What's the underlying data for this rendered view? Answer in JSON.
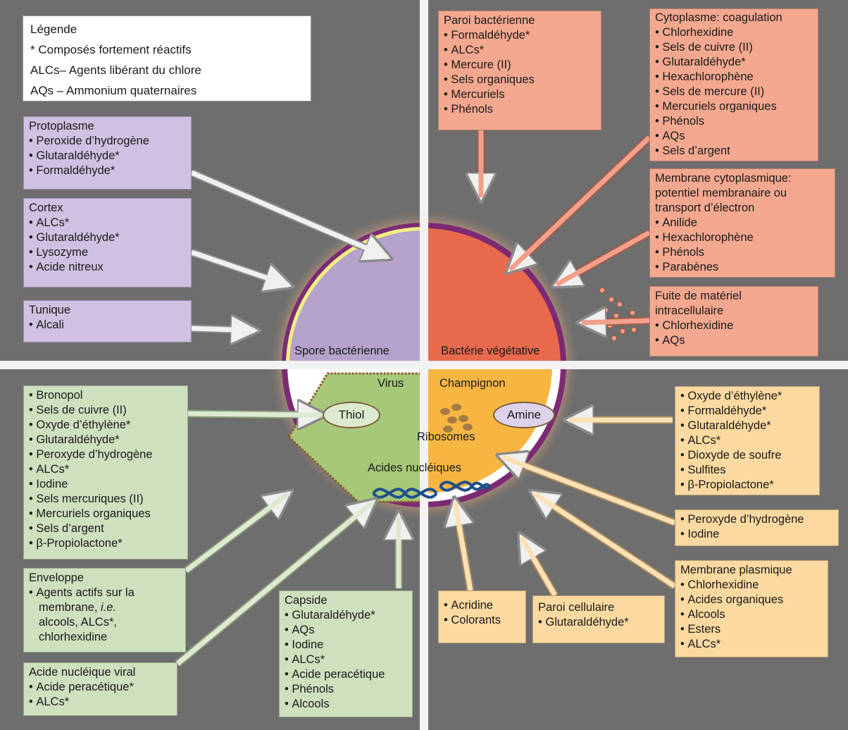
{
  "colors": {
    "background": "#6e6e6e",
    "divider": "#f2f2f2",
    "spore": "#b6a3cc",
    "vegetative_bacterium": "#e8694c",
    "virus": "#a6c878",
    "fungus": "#f7b642",
    "cell_border": "#7d2a74",
    "purple_box": "#cfc1e1",
    "salmon_box": "#f4a88f",
    "green_box": "#cfe0bf",
    "yellow_box": "#fbd9a0"
  },
  "legend": {
    "title": "Légende",
    "lines": [
      "* Composés fortement réactifs",
      "ALCs– Agents libérant du chlore",
      "AQs – Ammonium quaternaires"
    ]
  },
  "cell_labels": {
    "spore": "Spore bactérienne",
    "vegetative": "Bactérie végétative",
    "virus": "Virus",
    "fungus": "Champignon",
    "thiol": "Thiol",
    "amine": "Amine",
    "ribosomes": "Ribosomes",
    "nucleic_acids": "Acides nucléiques"
  },
  "boxes": {
    "protoplasme": {
      "title": "Protoplasme",
      "items": [
        "Peroxide d’hydrogène",
        "Glutaraldéhyde*",
        "Formaldéhyde*"
      ]
    },
    "cortex": {
      "title": "Cortex",
      "items": [
        "ALCs*",
        "Glutaraldéhyde*",
        "Lysozyme",
        "Acide nitreux"
      ]
    },
    "tunique": {
      "title": "Tunique",
      "items": [
        "Alcali"
      ]
    },
    "paroi_bacterienne": {
      "title": "Paroi bactérienne",
      "items": [
        "Formaldéhyde*",
        "ALCs*",
        "Mercure (II)",
        "Sels organiques",
        "Mercuriels",
        "Phénols"
      ]
    },
    "cytoplasme": {
      "title": "Cytoplasme: coagulation",
      "items": [
        "Chlorhexidine",
        "Sels de cuivre (II)",
        "Glutaraldéhyde*",
        "Hexachlorophène",
        "Sels de mercure (II)",
        "Mercuriels organiques",
        "Phénols",
        "AQs",
        "Sels d’argent"
      ]
    },
    "membrane_cyto": {
      "title_lines": [
        "Membrane cytoplasmique:",
        "potentiel membranaire ou",
        "transport d’électron"
      ],
      "items": [
        "Anilide",
        "Hexachlorophène",
        "Phénols",
        "Parabènes"
      ]
    },
    "fuite": {
      "title_lines": [
        "Fuite de matériel",
        "intracellulaire"
      ],
      "items": [
        "Chlorhexidine",
        "AQs"
      ]
    },
    "thiol_agents": {
      "items": [
        "Bronopol",
        "Sels de cuivre (II)",
        "Oxyde d’éthylène*",
        "Glutaraldéhyde*",
        "Peroxyde d’hydrogène",
        "ALCs*",
        "Iodine",
        "Sels mercuriques (II)",
        "Mercuriels organiques",
        "Sels d’argent",
        "β-Propiolactone*"
      ]
    },
    "enveloppe": {
      "title": "Enveloppe",
      "lines": [
        "Agents actifs sur la",
        "membrane,",
        "i.e.",
        "alcools, ALCs*,",
        "chlorhexidine"
      ]
    },
    "acide_nucleique_viral": {
      "title": "Acide nucléique viral",
      "items": [
        "Acide peracétique*",
        "ALCs*"
      ]
    },
    "capside": {
      "title": "Capside",
      "items": [
        "Glutaraldéhyde*",
        "AQs",
        "Iodine",
        "ALCs*",
        "Acide peracétique",
        "Phénols",
        "Alcools"
      ]
    },
    "amine_agents": {
      "items": [
        "Oxyde d’éthylène*",
        "Formaldéhyde*",
        "Glutaraldéhyde*",
        "ALCs*",
        "Dioxyde de soufre",
        "Sulfites",
        "β-Propiolactone*"
      ]
    },
    "peroxyde_iodine": {
      "items": [
        "Peroxyde d’hydrogène",
        "Iodine"
      ]
    },
    "membrane_plasmique": {
      "title": "Membrane plasmique",
      "items": [
        "Chlorhexidine",
        "Acides organiques",
        "Alcools",
        "Esters",
        "ALCs*"
      ]
    },
    "acridine": {
      "items": [
        "Acridine",
        "Colorants"
      ]
    },
    "paroi_cellulaire": {
      "title": "Paroi cellulaire",
      "items": [
        "Glutaraldéhyde*"
      ]
    }
  }
}
